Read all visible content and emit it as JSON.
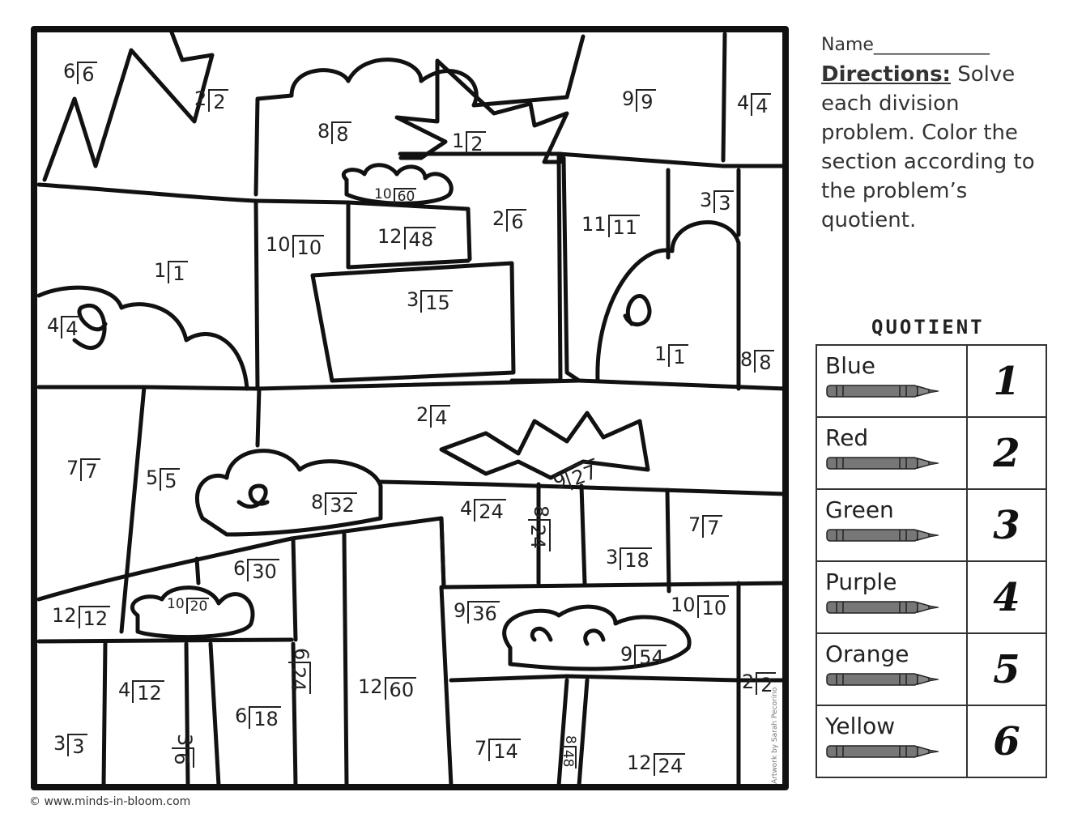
{
  "sidebar": {
    "name_label": "Name_____________",
    "directions_label": "Directions:",
    "directions_text": " Solve each division problem.  Color the section according to the problem’s quotient."
  },
  "key": {
    "title": "QUOTIENT",
    "rows": [
      {
        "color": "Blue",
        "quotient": "1"
      },
      {
        "color": "Red",
        "quotient": "2"
      },
      {
        "color": "Green",
        "quotient": "3"
      },
      {
        "color": "Purple",
        "quotient": "4"
      },
      {
        "color": "Orange",
        "quotient": "5"
      },
      {
        "color": "Yellow",
        "quotient": "6"
      }
    ],
    "crayon_icon": "crayon-icon"
  },
  "problems": [
    {
      "divisor": "6",
      "dividend": "6"
    },
    {
      "divisor": "2",
      "dividend": "2"
    },
    {
      "divisor": "8",
      "dividend": "8"
    },
    {
      "divisor": "1",
      "dividend": "2"
    },
    {
      "divisor": "9",
      "dividend": "9"
    },
    {
      "divisor": "4",
      "dividend": "4"
    },
    {
      "divisor": "10",
      "dividend": "60"
    },
    {
      "divisor": "3",
      "dividend": "3"
    },
    {
      "divisor": "10",
      "dividend": "10"
    },
    {
      "divisor": "12",
      "dividend": "48"
    },
    {
      "divisor": "2",
      "dividend": "6"
    },
    {
      "divisor": "11",
      "dividend": "11"
    },
    {
      "divisor": "1",
      "dividend": "1"
    },
    {
      "divisor": "3",
      "dividend": "15"
    },
    {
      "divisor": "4",
      "dividend": "4"
    },
    {
      "divisor": "1",
      "dividend": "1"
    },
    {
      "divisor": "8",
      "dividend": "8"
    },
    {
      "divisor": "2",
      "dividend": "4"
    },
    {
      "divisor": "9",
      "dividend": "27"
    },
    {
      "divisor": "7",
      "dividend": "7"
    },
    {
      "divisor": "5",
      "dividend": "5"
    },
    {
      "divisor": "8",
      "dividend": "32"
    },
    {
      "divisor": "4",
      "dividend": "24"
    },
    {
      "divisor": "8",
      "dividend": "24"
    },
    {
      "divisor": "7",
      "dividend": "7"
    },
    {
      "divisor": "3",
      "dividend": "18"
    },
    {
      "divisor": "6",
      "dividend": "30"
    },
    {
      "divisor": "12",
      "dividend": "12"
    },
    {
      "divisor": "10",
      "dividend": "20"
    },
    {
      "divisor": "9",
      "dividend": "36"
    },
    {
      "divisor": "10",
      "dividend": "10"
    },
    {
      "divisor": "9",
      "dividend": "54"
    },
    {
      "divisor": "4",
      "dividend": "12"
    },
    {
      "divisor": "6",
      "dividend": "24"
    },
    {
      "divisor": "12",
      "dividend": "60"
    },
    {
      "divisor": "2",
      "dividend": "2"
    },
    {
      "divisor": "6",
      "dividend": "18"
    },
    {
      "divisor": "3",
      "dividend": "3"
    },
    {
      "divisor": "3",
      "dividend": "6"
    },
    {
      "divisor": "7",
      "dividend": "14"
    },
    {
      "divisor": "8",
      "dividend": "48"
    },
    {
      "divisor": "12",
      "dividend": "24"
    }
  ],
  "footer": {
    "copyright": "© www.minds-in-bloom.com",
    "credit": "Artwork by Sarah Pecorino"
  }
}
